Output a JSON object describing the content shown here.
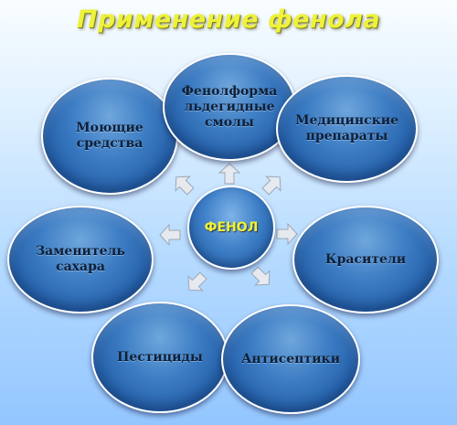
{
  "title": "Применение фенола",
  "center": "ФЕНОЛ",
  "items": [
    "Моющие средства",
    "Фенолформа льдегидные смолы",
    "Медицинские препараты",
    "Заменитель сахара",
    "Красители",
    "Пестициды",
    "Антисептики"
  ],
  "colors": {
    "title": "#eef23a",
    "oval": "#1f5aa3",
    "center_text": "#eef23a",
    "arrow": "#e6e9ee"
  }
}
